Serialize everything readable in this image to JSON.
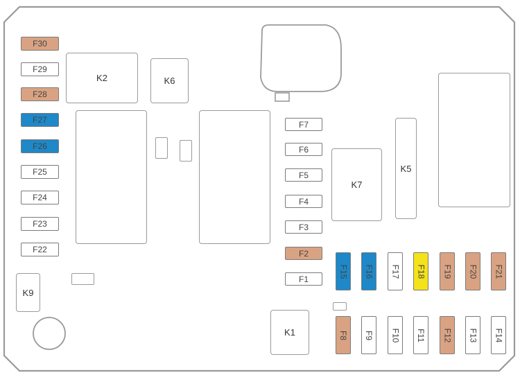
{
  "colors": {
    "orange": "#d9a383",
    "blue": "#1e88c8",
    "yellow": "#f4e21a",
    "white": "#ffffff"
  },
  "relays": {
    "k1": "K1",
    "k2": "K2",
    "k5": "K5",
    "k6": "K6",
    "k7": "K7",
    "k9": "K9"
  },
  "fuses": {
    "f1": {
      "label": "F1",
      "color": "white"
    },
    "f2": {
      "label": "F2",
      "color": "orange"
    },
    "f3": {
      "label": "F3",
      "color": "white"
    },
    "f4": {
      "label": "F4",
      "color": "white"
    },
    "f5": {
      "label": "F5",
      "color": "white"
    },
    "f6": {
      "label": "F6",
      "color": "white"
    },
    "f7": {
      "label": "F7",
      "color": "white"
    },
    "f8": {
      "label": "F8",
      "color": "orange"
    },
    "f9": {
      "label": "F9",
      "color": "white"
    },
    "f10": {
      "label": "F10",
      "color": "white"
    },
    "f11": {
      "label": "F11",
      "color": "white"
    },
    "f12": {
      "label": "F12",
      "color": "orange"
    },
    "f13": {
      "label": "F13",
      "color": "white"
    },
    "f14": {
      "label": "F14",
      "color": "white"
    },
    "f15": {
      "label": "F15",
      "color": "blue"
    },
    "f16": {
      "label": "F16",
      "color": "blue"
    },
    "f17": {
      "label": "F17",
      "color": "white"
    },
    "f18": {
      "label": "F18",
      "color": "yellow"
    },
    "f19": {
      "label": "F19",
      "color": "orange"
    },
    "f20": {
      "label": "F20",
      "color": "orange"
    },
    "f21": {
      "label": "F21",
      "color": "orange"
    },
    "f22": {
      "label": "F22",
      "color": "white"
    },
    "f23": {
      "label": "F23",
      "color": "white"
    },
    "f24": {
      "label": "F24",
      "color": "white"
    },
    "f25": {
      "label": "F25",
      "color": "white"
    },
    "f26": {
      "label": "F26",
      "color": "blue"
    },
    "f27": {
      "label": "F27",
      "color": "blue"
    },
    "f28": {
      "label": "F28",
      "color": "orange"
    },
    "f29": {
      "label": "F29",
      "color": "white"
    },
    "f30": {
      "label": "F30",
      "color": "orange"
    }
  }
}
